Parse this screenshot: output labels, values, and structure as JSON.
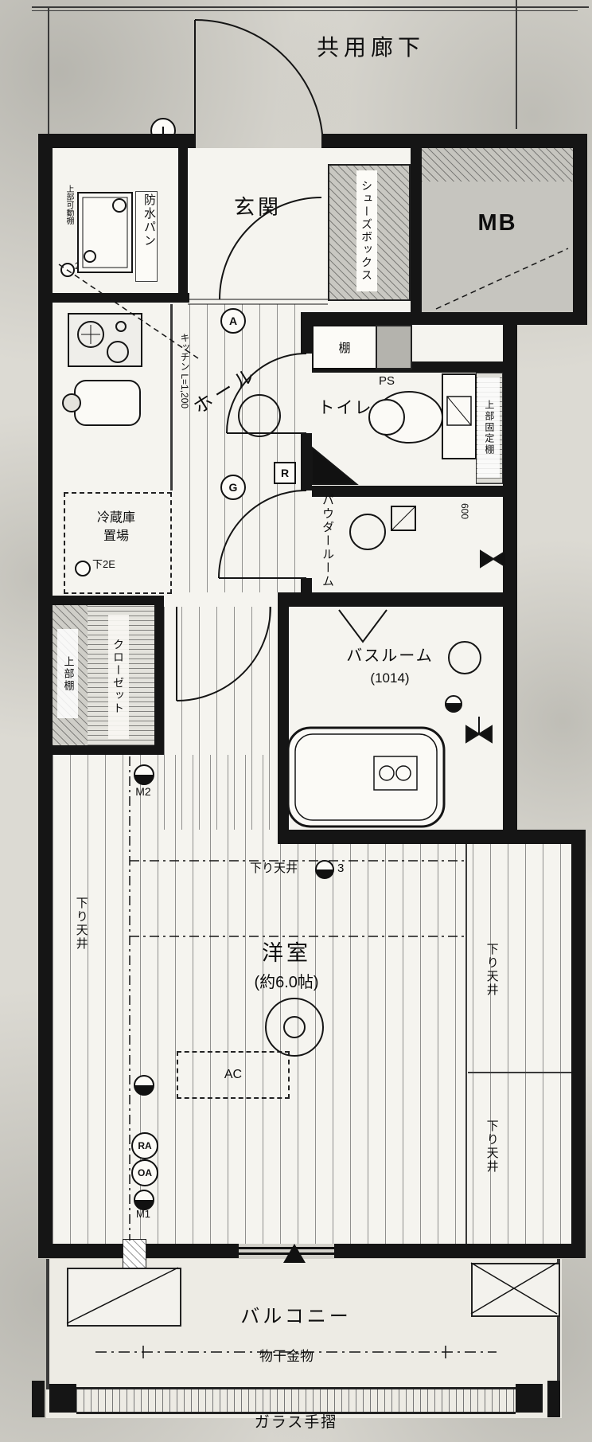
{
  "colors": {
    "wall": "#151515",
    "paper": "#dcdad3",
    "floor": "#f5f4ef",
    "gray_zone": "#c6c5bf"
  },
  "corridor": {
    "label": "共用廊下",
    "door_symbol": "I"
  },
  "entry": {
    "label": "玄関",
    "shoes_box": "シューズボックス",
    "mb": "MB"
  },
  "laundry": {
    "pan": "防水パン",
    "upper_shelf": "上部可動棚",
    "outlet": "2E"
  },
  "kitchen": {
    "label": "キッチン L=1,200",
    "hall": "ホール",
    "fridge_line1": "冷蔵庫",
    "fridge_line2": "置場",
    "fridge_outlet": "下2E",
    "sym_a": "A",
    "sym_g": "G",
    "sym_r": "R"
  },
  "toilet": {
    "label": "トイレ",
    "shelf": "棚",
    "ps": "PS",
    "upper_fixed_shelf": "上部固定棚"
  },
  "powder": {
    "label": "パウダールーム",
    "dim": "600"
  },
  "bath": {
    "label": "バスルーム",
    "size": "(1014)"
  },
  "closet": {
    "label": "クローゼット",
    "upper_shelf": "上部棚"
  },
  "room": {
    "label": "洋室",
    "size": "(約6.0帖)",
    "ac": "AC",
    "lowered_ceiling": "下り天井",
    "sym_3": "3",
    "sym_m1": "M1",
    "sym_m2": "M2",
    "sym_ra": "RA",
    "sym_oa": "OA"
  },
  "balcony": {
    "label": "バルコニー",
    "drying": "物干金物",
    "glass_rail": "ガラス手摺"
  }
}
